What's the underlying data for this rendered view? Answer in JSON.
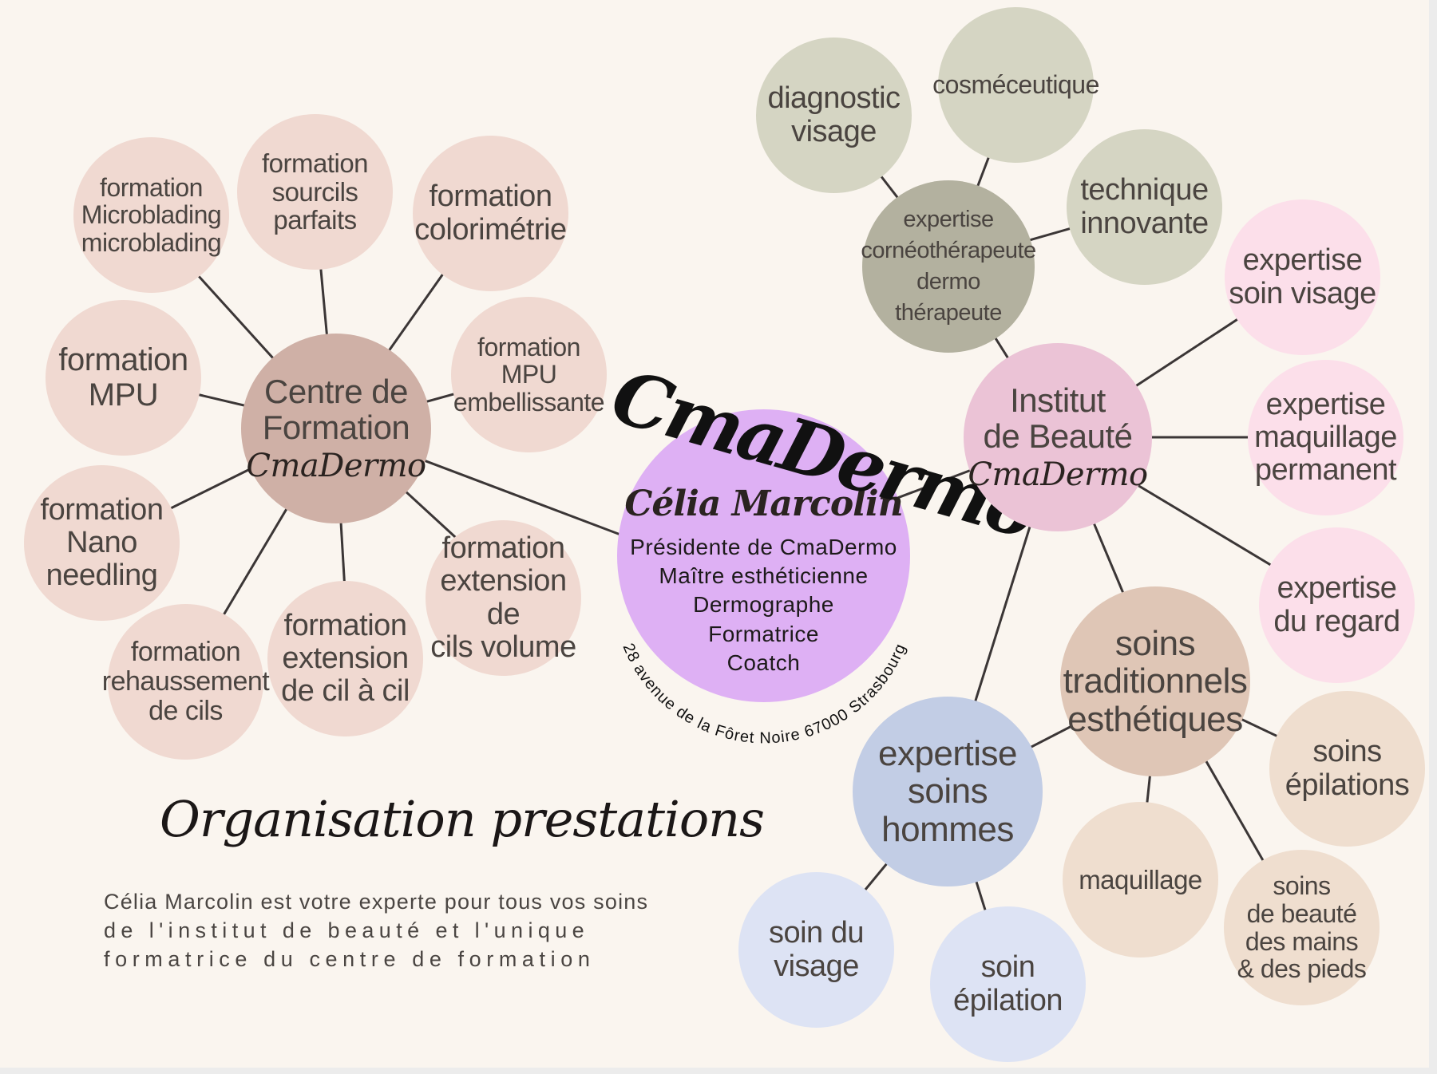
{
  "brand": {
    "title": "CmaDermo"
  },
  "center": {
    "name": "Célia Marcolin",
    "roles": [
      "Présidente de CmaDermo",
      "Maître esthéticienne",
      "Dermographe",
      "Formatrice",
      "Coatch"
    ],
    "address": "28 avenue de la Fôret Noire 67000 Strasbourg"
  },
  "formation_hub": {
    "lines": [
      "Centre de",
      "Formation"
    ],
    "script": "CmaDermo"
  },
  "formation_items": [
    {
      "lines": [
        "formation",
        "Microblading",
        "microblading"
      ]
    },
    {
      "lines": [
        "formation",
        "sourcils",
        "parfaits"
      ]
    },
    {
      "lines": [
        "formation",
        "colorimétrie"
      ]
    },
    {
      "lines": [
        "formation",
        "MPU",
        "embellissante"
      ]
    },
    {
      "lines": [
        "formation",
        "MPU"
      ]
    },
    {
      "lines": [
        "formation",
        "Nano",
        "needling"
      ]
    },
    {
      "lines": [
        "formation",
        "rehaussement",
        "de cils"
      ]
    },
    {
      "lines": [
        "formation",
        "extension",
        "de cil à cil"
      ]
    },
    {
      "lines": [
        "formation",
        "extension de",
        "cils volume"
      ]
    }
  ],
  "institut_hub": {
    "lines": [
      "Institut",
      "de Beauté"
    ],
    "script": "CmaDermo"
  },
  "expertise_corneo": {
    "lines": [
      "expertise",
      "cornéothérapeute",
      "dermo thérapeute"
    ]
  },
  "corneo_items": [
    {
      "lines": [
        "diagnostic",
        "visage"
      ]
    },
    {
      "lines": [
        "cosméceutique"
      ]
    },
    {
      "lines": [
        "technique",
        "innovante"
      ]
    }
  ],
  "institut_items": [
    {
      "lines": [
        "expertise",
        "soin visage"
      ]
    },
    {
      "lines": [
        "expertise",
        "maquillage",
        "permanent"
      ]
    },
    {
      "lines": [
        "expertise",
        "du regard"
      ]
    }
  ],
  "soins_trad": {
    "lines": [
      "soins",
      "traditionnels",
      "esthétiques"
    ]
  },
  "soins_trad_items": [
    {
      "lines": [
        "soins",
        "épilations"
      ]
    },
    {
      "lines": [
        "maquillage"
      ]
    },
    {
      "lines": [
        "soins",
        "de beauté",
        "des mains",
        "& des pieds"
      ]
    }
  ],
  "hommes": {
    "lines": [
      "expertise",
      "soins",
      "hommes"
    ]
  },
  "hommes_items": [
    {
      "lines": [
        "soin du",
        "visage"
      ]
    },
    {
      "lines": [
        "soin",
        "épilation"
      ]
    }
  ],
  "footer": {
    "title": "Organisation prestations",
    "desc": [
      "Célia Marcolin est votre experte pour tous vos soins",
      "de l'institut de beauté et l'unique",
      "formatrice du centre de formation"
    ]
  },
  "colors": {
    "background": "#faf5ef",
    "formation_hub": "#cfb0a6",
    "formation_item": "#f0d9d1",
    "center": "#deb0f4",
    "institut_hub": "#ebc3d6",
    "institut_item": "#fcdfea",
    "corneo_hub": "#b3b19f",
    "corneo_item": "#d5d5c3",
    "soins_trad": "#dfc6b6",
    "soins_trad_item": "#efdecf",
    "hommes": "#c2cde5",
    "hommes_item": "#dde3f4",
    "line": "#3b3636"
  }
}
